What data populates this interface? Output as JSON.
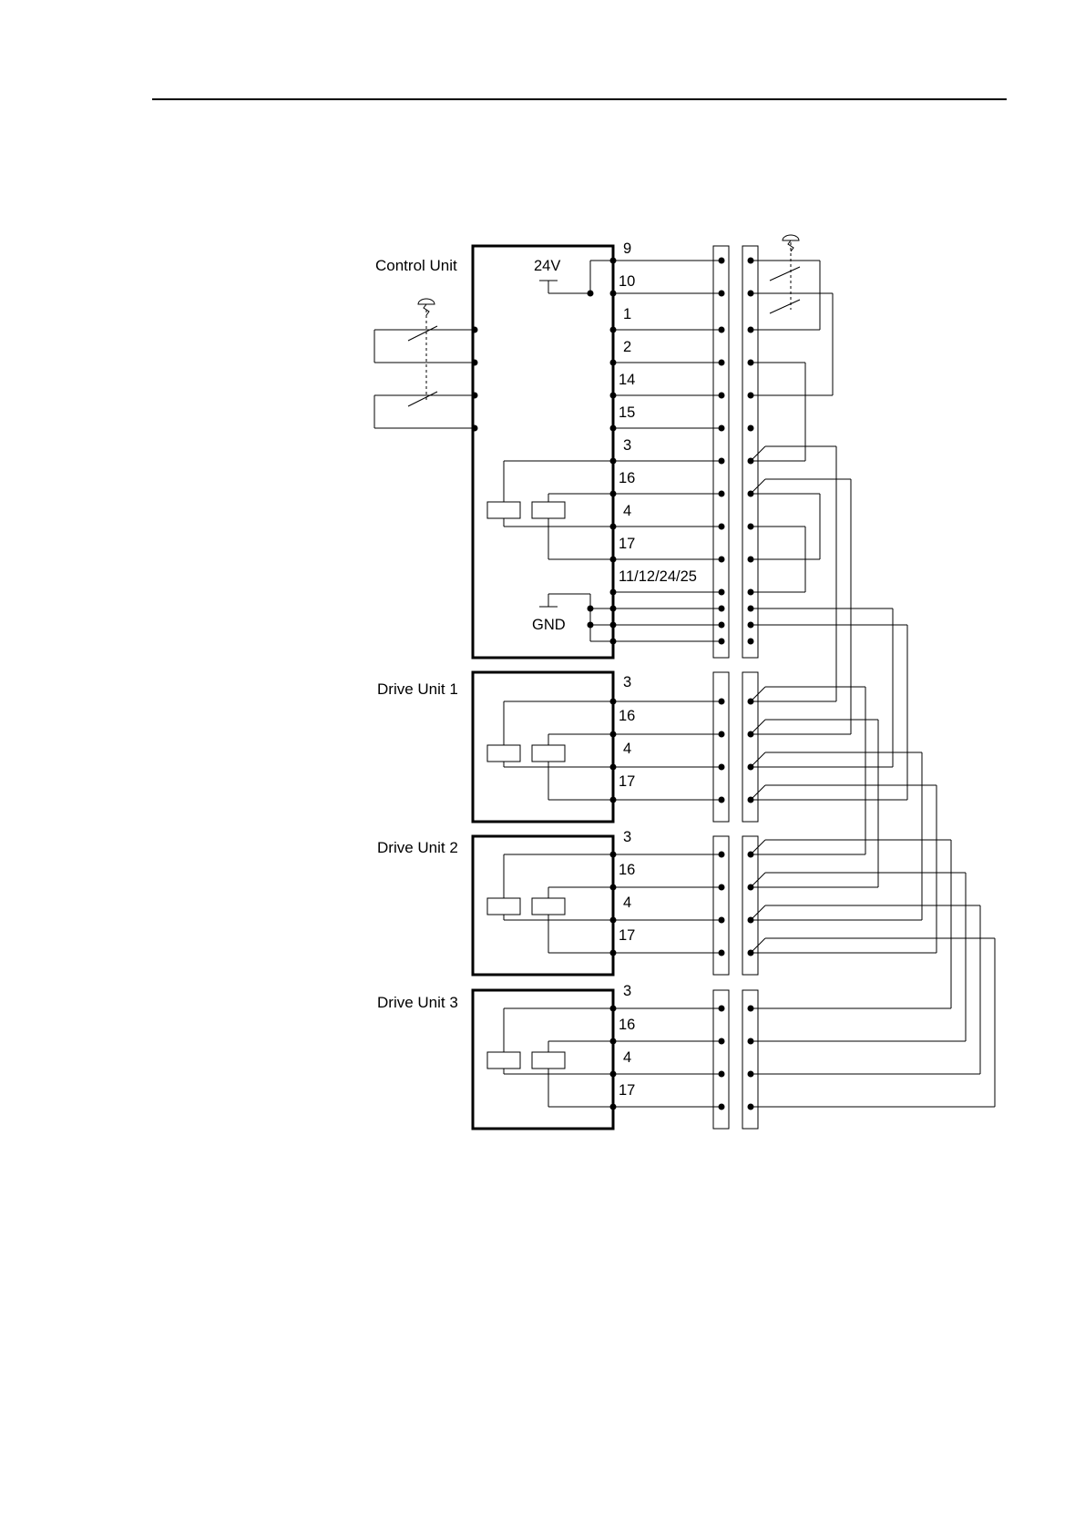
{
  "units": [
    {
      "label": "Control Unit",
      "pins": [
        "9",
        "10",
        "1",
        "2",
        "14",
        "15",
        "3",
        "16",
        "4",
        "17",
        "11/12/24/25"
      ]
    },
    {
      "label": "Drive Unit 1",
      "pins": [
        "3",
        "16",
        "4",
        "17"
      ]
    },
    {
      "label": "Drive Unit 2",
      "pins": [
        "3",
        "16",
        "4",
        "17"
      ]
    },
    {
      "label": "Drive Unit 3",
      "pins": [
        "3",
        "16",
        "4",
        "17"
      ]
    }
  ],
  "power_label": "24V",
  "ground_label": "GND"
}
